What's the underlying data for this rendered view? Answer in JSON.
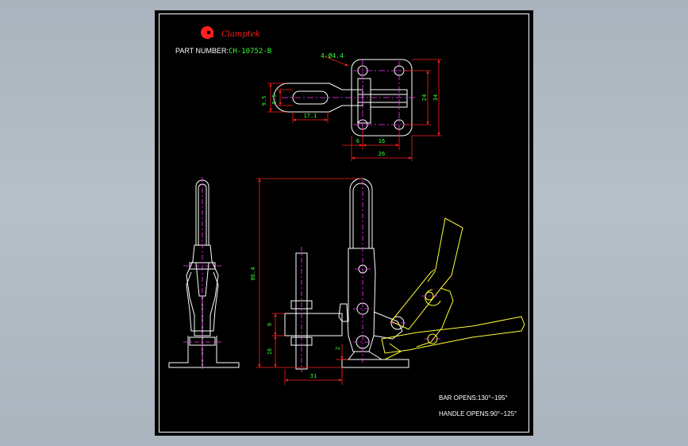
{
  "drawing": {
    "brand": "Clamptek",
    "part_label": "PART NUMBER:",
    "part_number": "CH-10752-B",
    "hole_spec": "4-Ø4.4",
    "notes": {
      "bar_opens": "BAR OPENS:130°~195°",
      "handle_opens": "HANDLE OPENS:90°~125°"
    },
    "dimensions": {
      "d_9_5": "9.5",
      "d_5_5": "5.5",
      "d_17_1": "17.1",
      "d_6": "6",
      "d_16_top": "16",
      "d_26": "26",
      "d_24": "24",
      "d_34": "34",
      "d_86": "86.4",
      "d_9": "9",
      "d_16_side": "16",
      "d_2": "2",
      "d_31": "31"
    }
  },
  "colors": {
    "sheet": "#000000",
    "outline": "#ffffff",
    "dimension": "#ff2020",
    "dim_text": "#33ff33",
    "centerline": "#ff33ff",
    "hidden": "#ffff33",
    "brand": "#ff2020"
  }
}
